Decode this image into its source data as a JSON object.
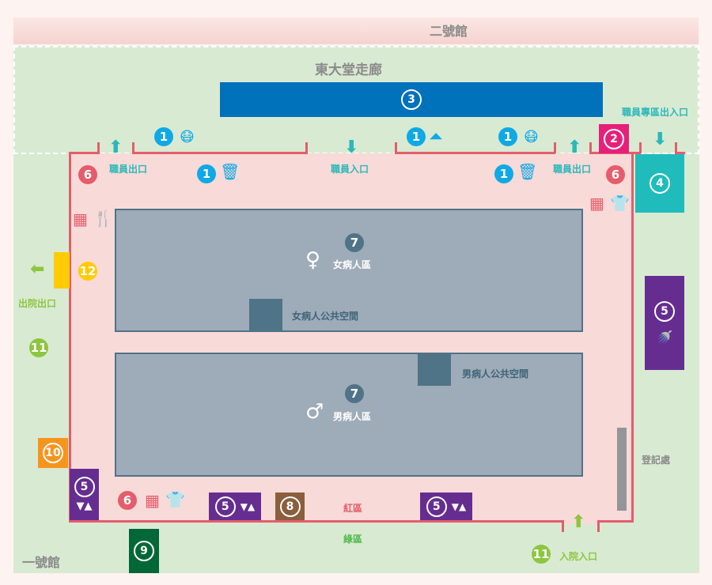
{
  "buildings": {
    "building2": "二號館",
    "building1": "一號館"
  },
  "corridor": {
    "label": "東大堂走廊"
  },
  "labels": {
    "staff_exit": "職員出口",
    "staff_entrance": "職員入口",
    "staff_zone_entry": "職員專區出入口",
    "discharge_exit": "出院出口",
    "admission_entrance": "入院入口",
    "registration": "登記處",
    "female_ward": "女病人區",
    "female_public": "女病人公共空間",
    "male_ward": "男病人區",
    "male_public": "男病人公共空間",
    "red_zone": "紅區",
    "green_zone": "綠區"
  },
  "markers": {
    "m1": "1",
    "m2": "2",
    "m3": "3",
    "m4": "4",
    "m5": "5",
    "m6": "6",
    "m7": "7",
    "m8": "8",
    "m9": "9",
    "m10": "10",
    "m11": "11",
    "m12": "12"
  },
  "colors": {
    "blue": "#0fa9e6",
    "magenta": "#e6207a",
    "teal": "#20bcbc",
    "purple": "#662d91",
    "red": "#e45d6c",
    "slate": "#4f7387",
    "brown": "#8b5e3c",
    "dark_green": "#006837",
    "orange": "#f7941d",
    "lime": "#8dc63f",
    "yellow": "#ffcb05"
  }
}
